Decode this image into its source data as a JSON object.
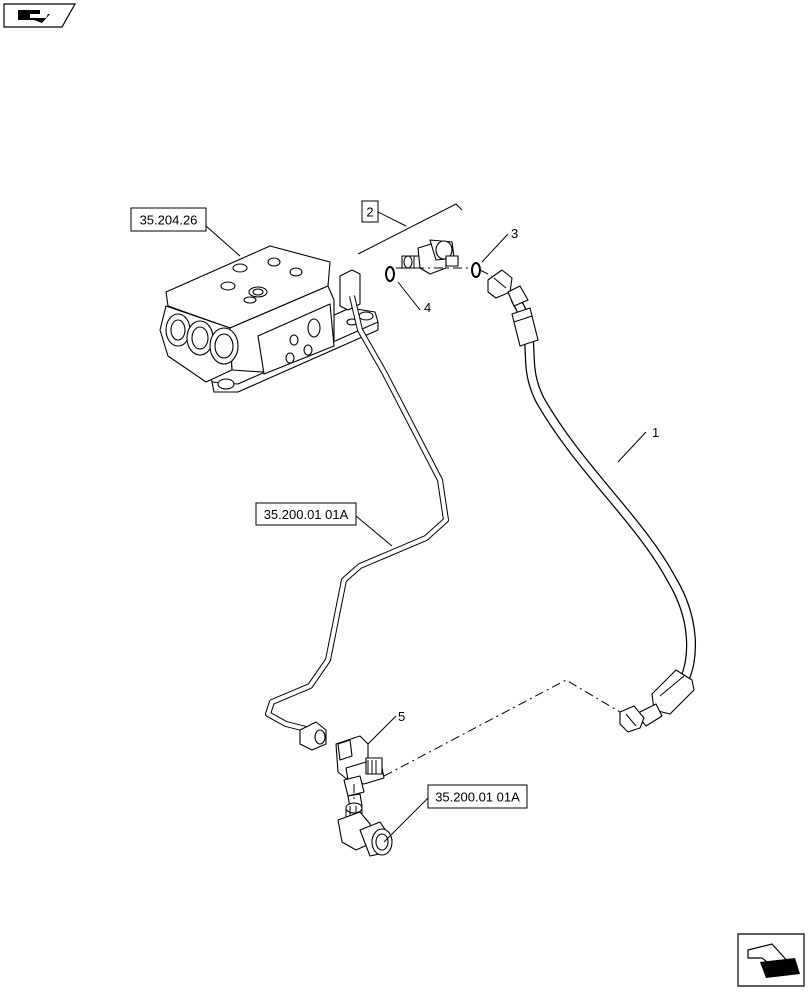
{
  "references": {
    "valve_ref": "35.204.26",
    "tube_ref": "35.200.01 01A",
    "elbow_ref": "35.200.01 01A"
  },
  "items": {
    "item_1": "1",
    "item_2": "2",
    "item_3": "3",
    "item_4": "4",
    "item_5": "5"
  },
  "icons": {
    "top_left": "book-icon",
    "bottom_right": "arrow-icon"
  }
}
